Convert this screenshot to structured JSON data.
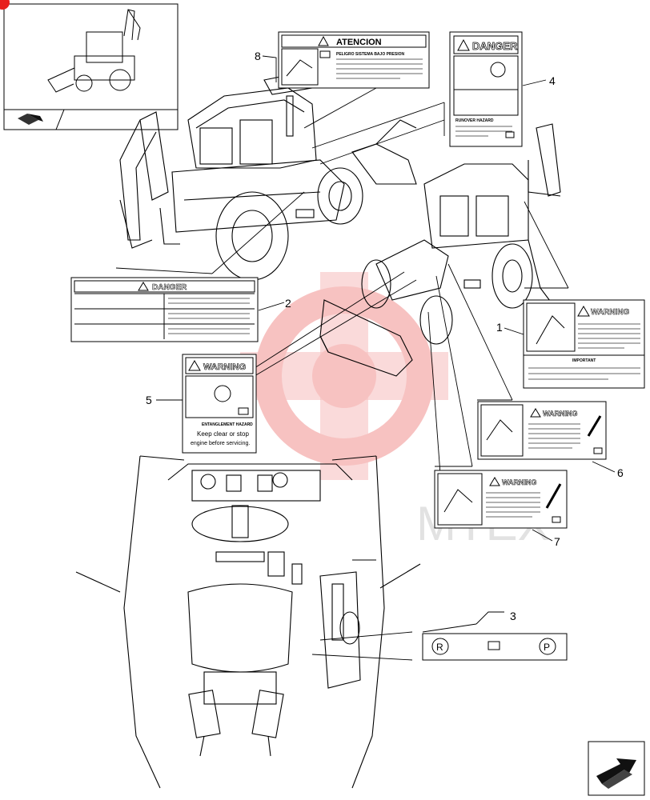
{
  "callouts": [
    {
      "id": "1",
      "text": "1"
    },
    {
      "id": "2",
      "text": "2"
    },
    {
      "id": "3",
      "text": "3"
    },
    {
      "id": "4",
      "text": "4"
    },
    {
      "id": "5",
      "text": "5"
    },
    {
      "id": "6",
      "text": "6"
    },
    {
      "id": "7",
      "text": "7"
    },
    {
      "id": "8",
      "text": "8"
    }
  ],
  "decals": {
    "atencion": {
      "header": "ATENCION",
      "title": "PELIGRO SISTEMA BAJO PRESION"
    },
    "danger_top": {
      "header": "DANGER",
      "caption": "RUNOVER HAZARD"
    },
    "danger_left": {
      "header": "DANGER"
    },
    "warning_left": {
      "header": "WARNING",
      "caption1": "ENTANGLEMENT HAZARD",
      "caption2": "Keep clear or stop",
      "caption3": "engine before servicing."
    },
    "warning_right": {
      "header": "WARNING",
      "caption": "IMPORTANT"
    },
    "warning_6": {
      "header": "WARNING"
    },
    "warning_7": {
      "header": "WARNING"
    }
  },
  "watermark": {
    "text": "MTEX",
    "color": "#e8504f"
  },
  "colors": {
    "accent": "#e8201c",
    "line": "#000000",
    "watermark": "#f2a0a0"
  }
}
